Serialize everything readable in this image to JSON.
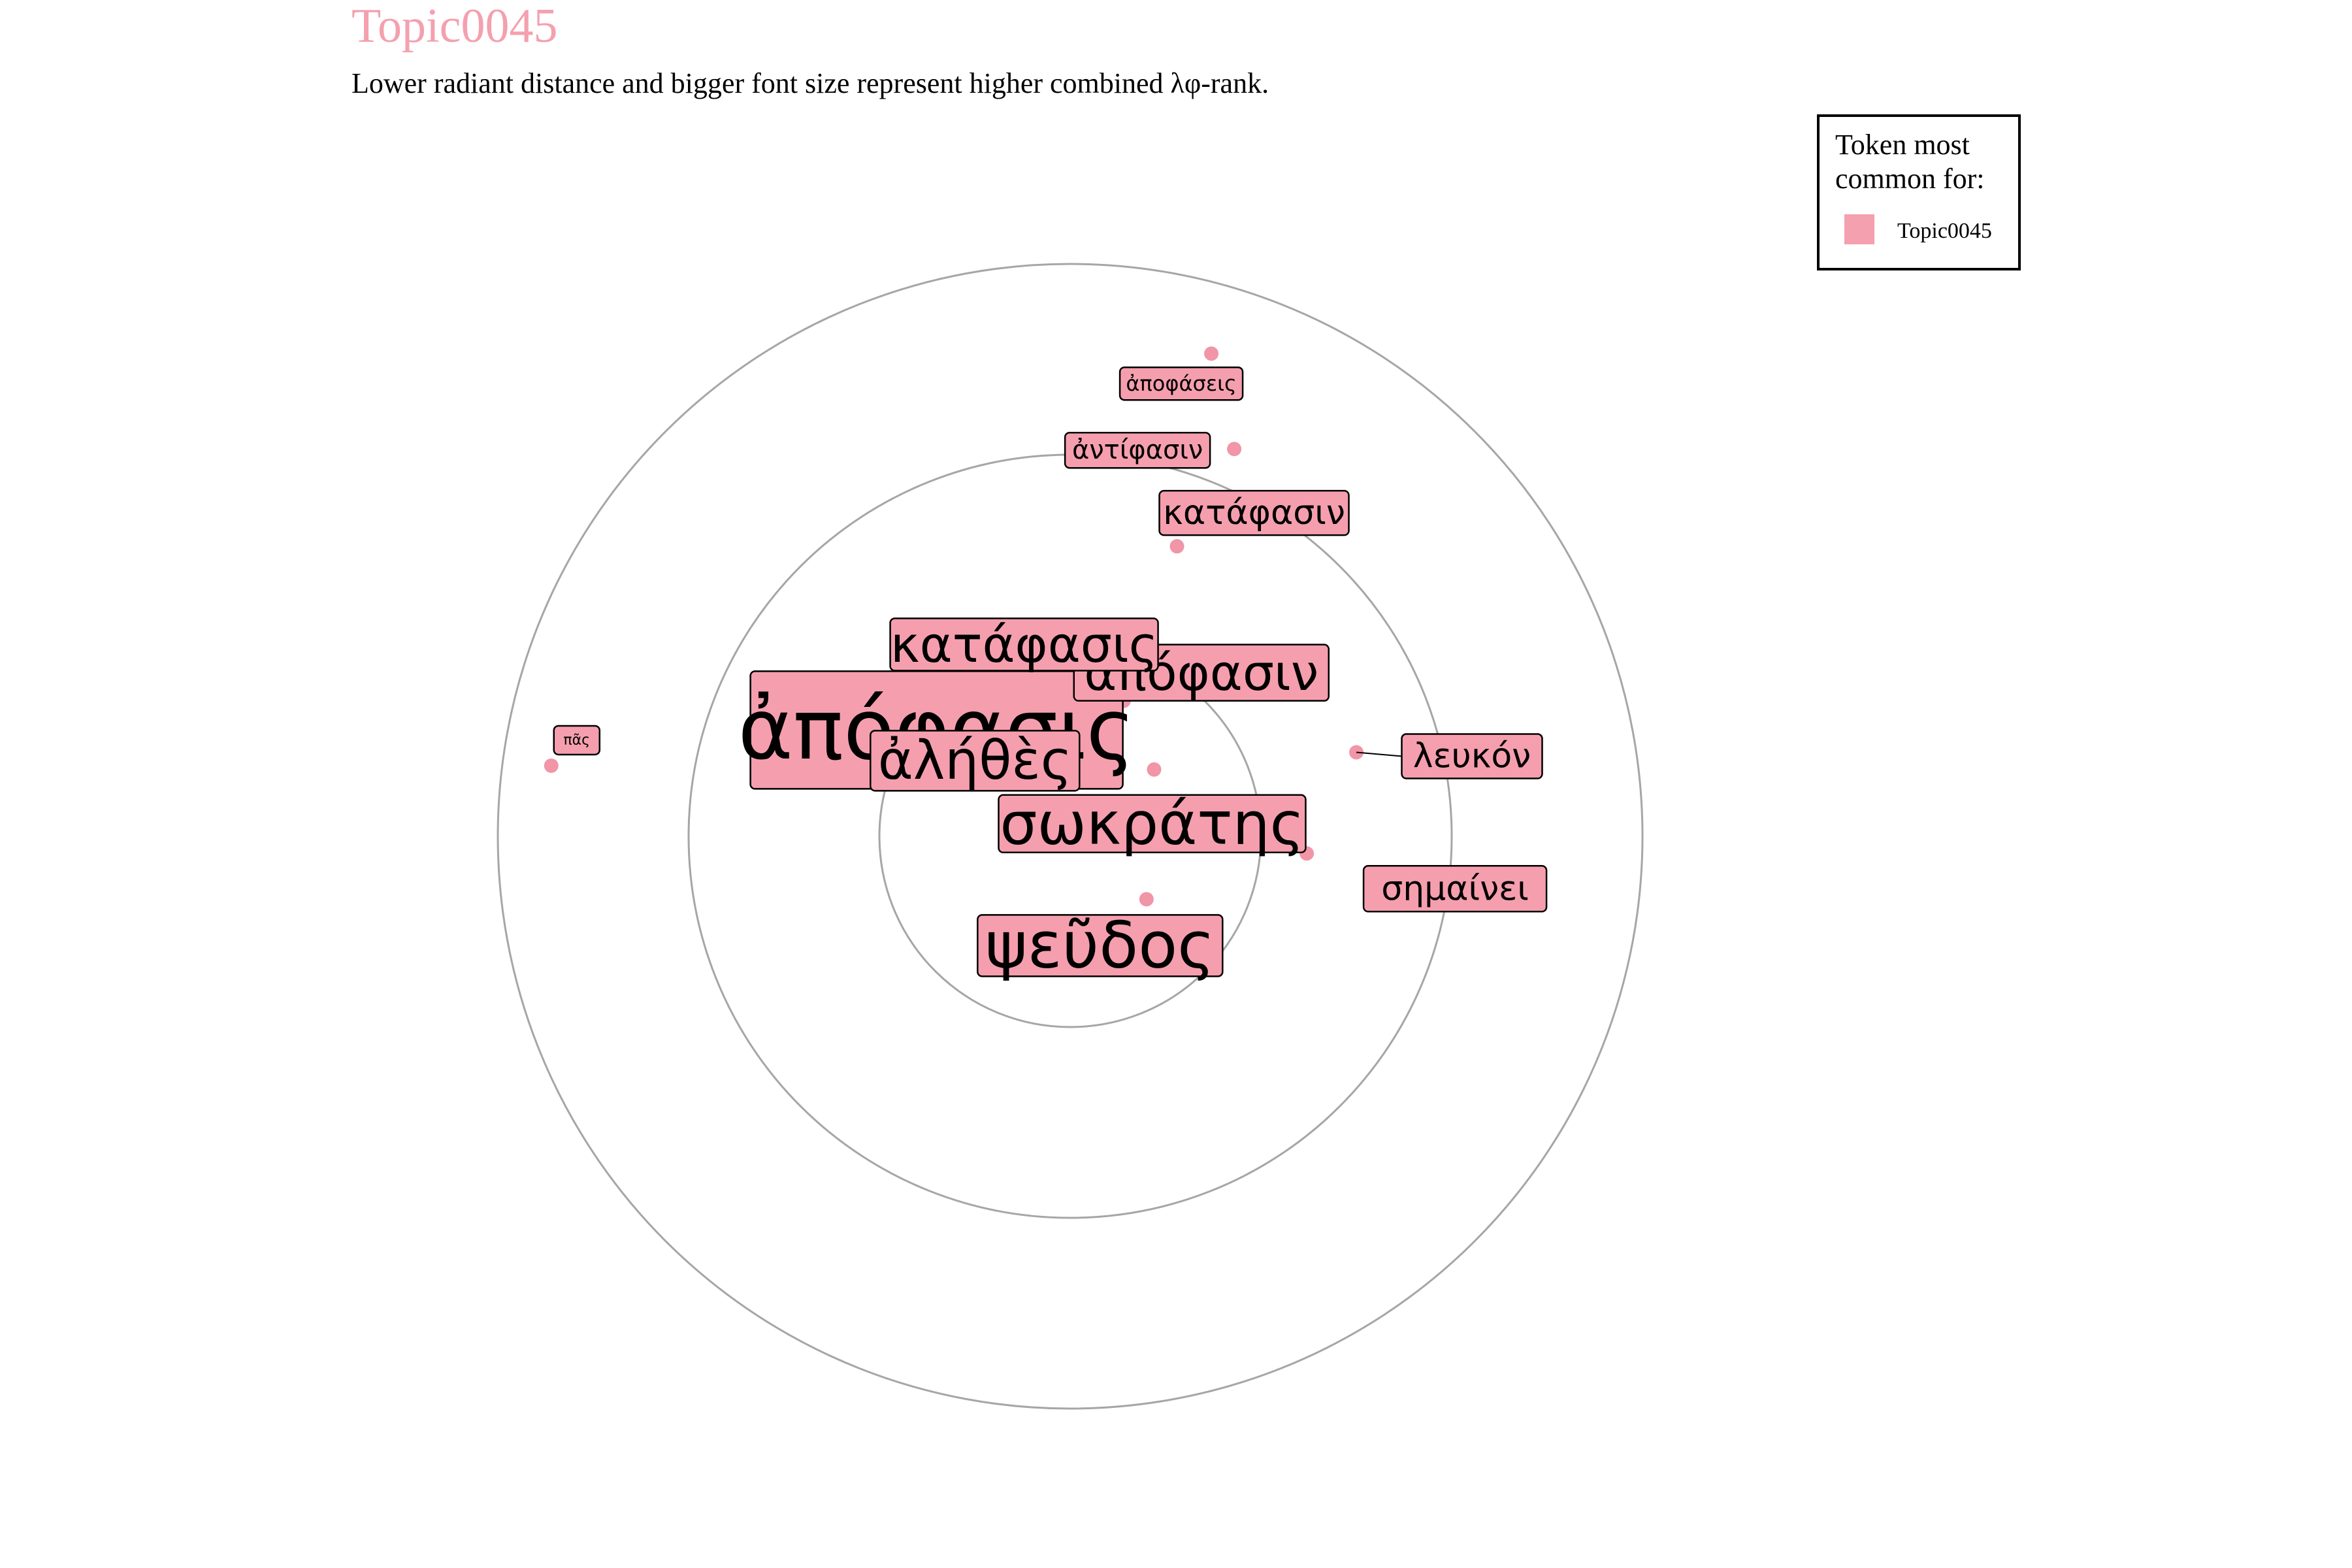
{
  "chart_data": {
    "type": "scatter",
    "title": "Topic0045",
    "subtitle": "Lower radiant distance and bigger font size represent higher combined λφ-rank.",
    "legend": {
      "title_lines": [
        "Token most",
        "common for:"
      ],
      "entries": [
        {
          "name": "Topic0045",
          "color": "#f4a0ae"
        }
      ],
      "placement": "top-right"
    },
    "colors": {
      "title": "#f4a0ae",
      "point": "#f096a7",
      "label_fill": "#f59fae",
      "ring": "#a6a6a6"
    },
    "rings": [
      1,
      2,
      3
    ],
    "grid": false,
    "tokens": [
      {
        "label": "ἀπόφασις",
        "x": -0.7,
        "y": 0.3,
        "rank": 1
      },
      {
        "label": "ψεῦδος",
        "x": 0.4,
        "y": -0.33,
        "rank": 2
      },
      {
        "label": "σωκράτης",
        "x": 0.44,
        "y": 0.35,
        "rank": 3
      },
      {
        "label": "ἀλήθὲς",
        "x": 0.09,
        "y": 0.29,
        "rank": 4
      },
      {
        "label": "ἀπόφασιν",
        "x": 0.28,
        "y": 0.71,
        "rank": 5
      },
      {
        "label": "κατάφασις",
        "x": 0.18,
        "y": 0.81,
        "rank": 6
      },
      {
        "label": "λευκόν",
        "x": 1.5,
        "y": 0.44,
        "rank": 7
      },
      {
        "label": "σημαίνει",
        "x": 1.24,
        "y": -0.09,
        "rank": 8
      },
      {
        "label": "κατάφασιν",
        "x": 0.56,
        "y": 1.52,
        "rank": 9
      },
      {
        "label": "ἀντίφασιν",
        "x": 0.86,
        "y": 2.03,
        "rank": 10
      },
      {
        "label": "ἀποφάσεις",
        "x": 0.74,
        "y": 2.53,
        "rank": 11
      },
      {
        "label": "πᾶς",
        "x": -2.72,
        "y": 0.37,
        "rank": 12
      }
    ]
  }
}
